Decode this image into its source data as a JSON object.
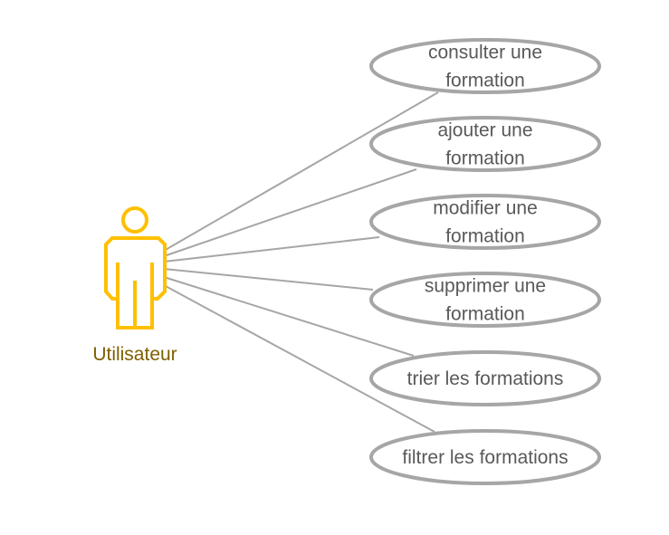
{
  "actor": {
    "name": "Utilisateur",
    "icon": "person-icon",
    "color": "#ffc000",
    "label_color": "#7f6000"
  },
  "use_cases": [
    {
      "id": "consulter",
      "lines": [
        "consulter une",
        "formation"
      ]
    },
    {
      "id": "ajouter",
      "lines": [
        "ajouter une",
        "formation"
      ]
    },
    {
      "id": "modifier",
      "lines": [
        "modifier une",
        "formation"
      ]
    },
    {
      "id": "supprimer",
      "lines": [
        "supprimer une",
        "formation"
      ]
    },
    {
      "id": "trier",
      "lines": [
        "trier les formations"
      ]
    },
    {
      "id": "filtrer",
      "lines": [
        "filtrer les formations"
      ]
    }
  ],
  "colors": {
    "ellipse_stroke": "#a6a6a6",
    "connector": "#a6a6a6",
    "text": "#595959"
  }
}
